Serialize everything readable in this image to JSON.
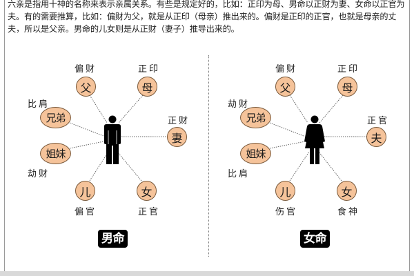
{
  "intro_text": "六亲是指用十神的名称来表示亲属关系。有些是规定好的，比如：正印为母、男命以正财为妻、女命以正官为夫。有的需要推算，比如：偏财为父，就是从正印（母亲）推出来的。偏财是正印的正官，也就是母亲的丈夫，所以是父亲。男命的儿女则是从正财（妻子）推导出来的。",
  "colors": {
    "node_fill": "#f5c39a",
    "node_border": "#7a5a3c",
    "badge_bg": "#000000",
    "badge_text": "#ffffff",
    "figure": "#000000"
  },
  "male_chart": {
    "badge": "男命",
    "figure_icon": "male-person-icon",
    "nodes": {
      "father": {
        "relation": "父",
        "ten_god": "偏财"
      },
      "mother": {
        "relation": "母",
        "ten_god": "正印"
      },
      "brothers": {
        "relation": "兄弟",
        "ten_god": "比肩"
      },
      "spouse": {
        "relation": "妻",
        "ten_god": "正财"
      },
      "sisters": {
        "relation": "姐妹",
        "ten_god": "劫财"
      },
      "son": {
        "relation": "儿",
        "ten_god": "偏官"
      },
      "daughter": {
        "relation": "女",
        "ten_god": "正官"
      }
    }
  },
  "female_chart": {
    "badge": "女命",
    "figure_icon": "female-person-icon",
    "nodes": {
      "father": {
        "relation": "父",
        "ten_god": "偏财"
      },
      "mother": {
        "relation": "母",
        "ten_god": "正印"
      },
      "brothers": {
        "relation": "兄弟",
        "ten_god": "劫财"
      },
      "spouse": {
        "relation": "夫",
        "ten_god": "正官"
      },
      "sisters": {
        "relation": "姐妹",
        "ten_god": "比肩"
      },
      "son": {
        "relation": "儿",
        "ten_god": "伤官"
      },
      "daughter": {
        "relation": "女",
        "ten_god": "食神"
      }
    }
  }
}
